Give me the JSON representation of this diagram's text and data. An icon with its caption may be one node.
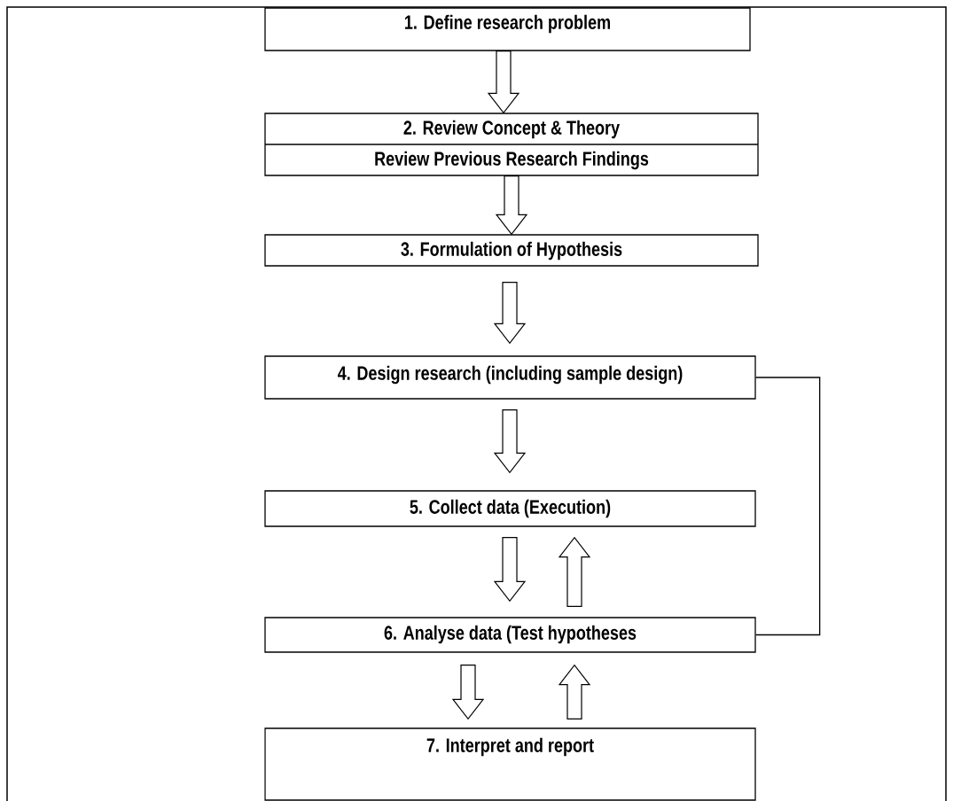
{
  "diagram": {
    "nodes": [
      {
        "text": [
          "1. Define research problem"
        ]
      },
      {
        "text": [
          "2. Review Concept & Theory",
          "Review Previous Research Findings"
        ]
      },
      {
        "text": [
          "3. Formulation of Hypothesis"
        ]
      },
      {
        "text": [
          "4. Design research (including sample design)"
        ]
      },
      {
        "text": [
          "5. Collect data (Execution)"
        ]
      },
      {
        "text": [
          "6. Analyse data (Test hypotheses"
        ]
      },
      {
        "text": [
          "7. Interpret and report"
        ]
      }
    ],
    "edges": [
      {
        "from": 0,
        "to": 1,
        "arrow": "to"
      },
      {
        "from": 1,
        "to": 2,
        "arrow": "to"
      },
      {
        "from": 2,
        "to": 3,
        "arrow": "to"
      },
      {
        "from": 3,
        "to": 4,
        "arrow": "to"
      },
      {
        "from": 4,
        "to": 5,
        "arrow": "to"
      },
      {
        "from": 5,
        "to": 4,
        "arrow": "to"
      },
      {
        "from": 5,
        "to": 6,
        "arrow": "to"
      },
      {
        "from": 6,
        "to": 5,
        "arrow": "to"
      },
      {
        "from": 3,
        "to": 5,
        "arrow": "none"
      }
    ]
  }
}
